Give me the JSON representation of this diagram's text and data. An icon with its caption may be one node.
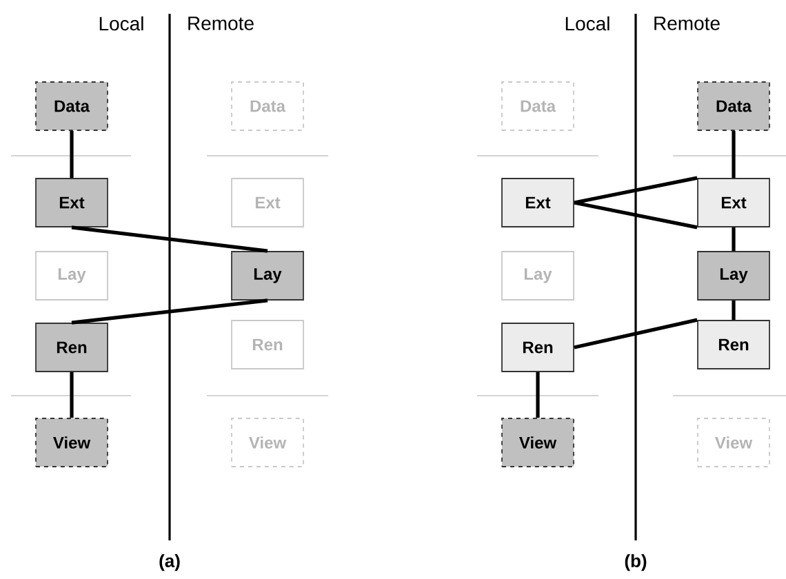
{
  "diagram": {
    "nodes": [
      {
        "text": [
          "Data"
        ]
      },
      {
        "text": [
          "Ext"
        ]
      },
      {
        "text": [
          "Lay"
        ]
      },
      {
        "text": [
          "Ren"
        ]
      },
      {
        "text": [
          "View"
        ]
      },
      {
        "text": [
          "Data"
        ]
      },
      {
        "text": [
          "Ext"
        ]
      },
      {
        "text": [
          "Lay"
        ]
      },
      {
        "text": [
          "Ren"
        ]
      },
      {
        "text": [
          "View"
        ]
      },
      {
        "text": [
          "Data"
        ]
      },
      {
        "text": [
          "Ext"
        ]
      },
      {
        "text": [
          "Lay"
        ]
      },
      {
        "text": [
          "Ren"
        ]
      },
      {
        "text": [
          "View"
        ]
      },
      {
        "text": [
          "Data"
        ]
      },
      {
        "text": [
          "Ext"
        ]
      },
      {
        "text": [
          "Lay"
        ]
      },
      {
        "text": [
          "Ren"
        ]
      },
      {
        "text": [
          "View"
        ]
      }
    ],
    "edges": [
      {
        "from": 0,
        "to": 1,
        "arrow": "none"
      },
      {
        "from": 1,
        "to": 7,
        "arrow": "none"
      },
      {
        "from": 7,
        "to": 3,
        "arrow": "none"
      },
      {
        "from": 3,
        "to": 4,
        "arrow": "none"
      },
      {
        "from": 15,
        "to": 16,
        "arrow": "none"
      },
      {
        "from": 11,
        "to": 16,
        "arrow": "none"
      },
      {
        "from": 11,
        "to": 16,
        "arrow": "none"
      },
      {
        "from": 16,
        "to": 17,
        "arrow": "none"
      },
      {
        "from": 17,
        "to": 18,
        "arrow": "none"
      },
      {
        "from": 18,
        "to": 13,
        "arrow": "none"
      },
      {
        "from": 13,
        "to": 14,
        "arrow": "none"
      }
    ],
    "labels": [
      "Local",
      "Remote",
      "(a)",
      "Local",
      "Remote",
      "(b)"
    ]
  }
}
